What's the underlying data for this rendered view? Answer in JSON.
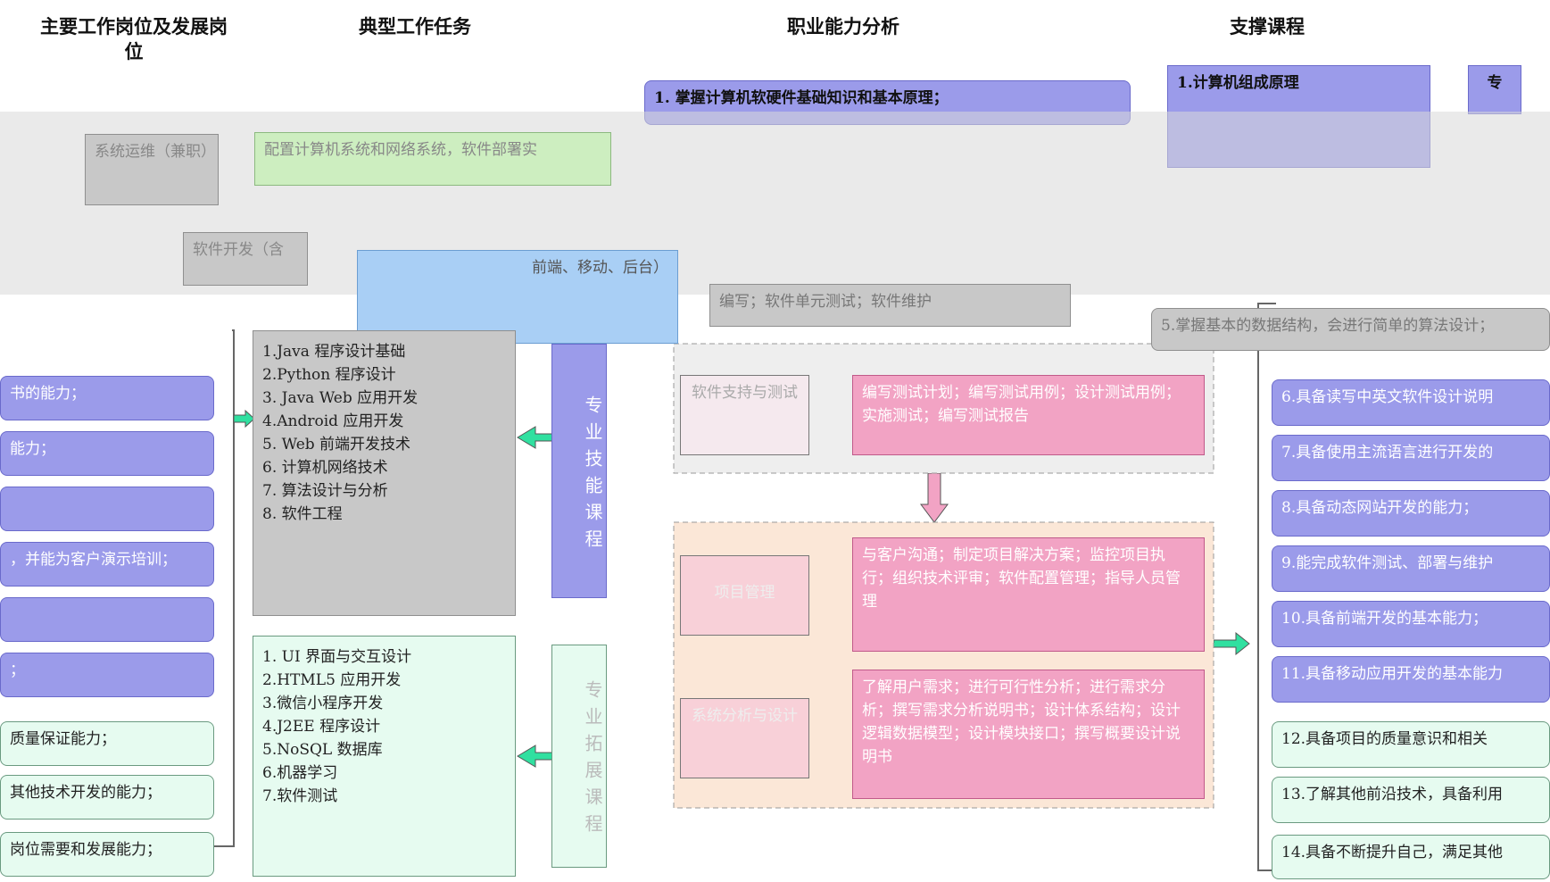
{
  "headers": {
    "positions": "主要工作岗位及发展岗位",
    "tasks": "典型工作任务",
    "abilities": "职业能力分析",
    "courses": "支撑课程"
  },
  "top_ability": "1. 掌握计算机软硬件基础知识和基本原理；",
  "top_course": "1.计算机组成原理",
  "top_course_side": "专",
  "task_top": "配置计算机系统和网络系统，软件部署实",
  "position_ops": "系统运维（兼职）",
  "position_dev": "软件开发（含",
  "task_dev": "前端、移动、后台）",
  "task_dev_detail": "编写；软件单元测试；软件维护",
  "ability_5": "5.掌握基本的数据结构，会进行简单的算法设计；",
  "core_courses": {
    "title": "专业技能课程",
    "items": [
      "1.Java 程序设计基础",
      "2.Python 程序设计",
      "3. Java Web 应用开发",
      "4.Android 应用开发",
      "5. Web 前端开发技术",
      "6. 计算机网络技术",
      "7. 算法设计与分析",
      "8. 软件工程"
    ]
  },
  "ext_courses": {
    "title": "专业拓展课程",
    "items": [
      "1. UI 界面与交互设计",
      "2.HTML5 应用开发",
      "3.微信小程序开发",
      "4.J2EE 程序设计",
      "5.NoSQL 数据库",
      "6.机器学习",
      "7.软件测试"
    ]
  },
  "left_abilities": [
    "书的能力；",
    "能力；",
    "",
    "，并能为客户演示培训；",
    "",
    "；"
  ],
  "left_green": [
    "质量保证能力；",
    "其他技术开发的能力；",
    "岗位需要和发展能力；"
  ],
  "positions_mid": [
    {
      "name": "软件支持与测试",
      "tasks": "编写测试计划；编写测试用例；设计测试用例；实施测试；编写测试报告"
    },
    {
      "name": "项目管理",
      "tasks": "与客户沟通；制定项目解决方案；监控项目执行；组织技术评审；软件配置管理；指导人员管理"
    },
    {
      "name": "系统分析与设计",
      "tasks": "了解用户需求；进行可行性分析；进行需求分析；撰写需求分析说明书；设计体系结构；设计逻辑数据模型；设计模块接口；撰写概要设计说明书"
    }
  ],
  "right_abilities": [
    "6.具备读写中英文软件设计说明",
    "7.具备使用主流语言进行开发的",
    "8.具备动态网站开发的能力；",
    "9.能完成软件测试、部署与维护",
    "10.具备前端开发的基本能力；",
    "11.具备移动应用开发的基本能力"
  ],
  "right_green": [
    "12.具备项目的质量意识和相关",
    "13.了解其他前沿技术，具备利用",
    "14.具备不断提升自己，满足其他"
  ],
  "colors": {
    "purple": "#9b9bea",
    "pink": "#f2a3c4",
    "green_light": "#e6fbf0",
    "arrow": "#30e0a0"
  }
}
